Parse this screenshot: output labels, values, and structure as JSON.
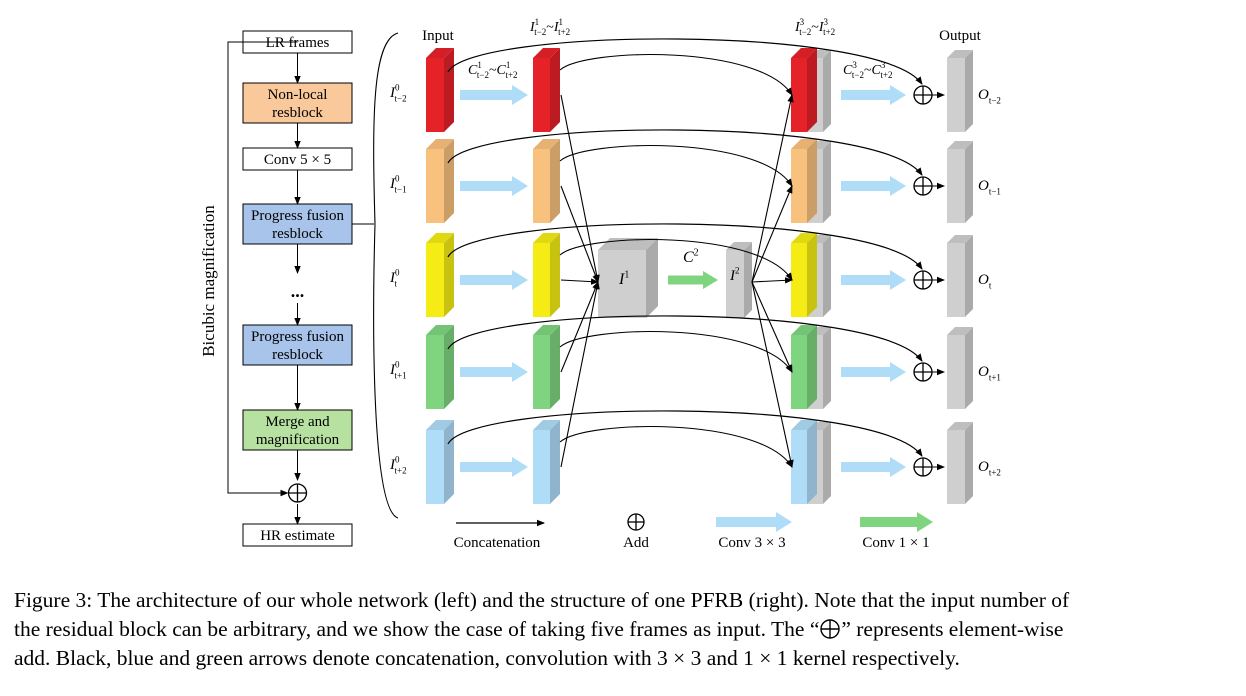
{
  "figure": {
    "left_network": {
      "side_label": "Bicubic magnification",
      "blocks": [
        {
          "lines": [
            "LR frames"
          ],
          "fill": "#ffffff"
        },
        {
          "lines": [
            "Non-local",
            "resblock"
          ],
          "fill": "#f9c89b"
        },
        {
          "lines": [
            "Conv 5 × 5"
          ],
          "fill": "#ffffff"
        },
        {
          "lines": [
            "Progress fusion",
            "resblock"
          ],
          "fill": "#a9c4eb"
        },
        {
          "lines": [
            "Progress fusion",
            "resblock"
          ],
          "fill": "#a9c4eb"
        },
        {
          "lines": [
            "Merge and",
            "magnification"
          ],
          "fill": "#b7e1a1"
        },
        {
          "lines": [
            "HR estimate"
          ],
          "fill": "#ffffff"
        }
      ],
      "ellipsis": "..."
    },
    "right_pfrb": {
      "column_headers": {
        "input": "Input",
        "i1_range": {
          "base": "I",
          "sub_a": "t−2",
          "sup_a": "1",
          "sep": "~",
          "sub_b": "t+2",
          "sup_b": "1"
        },
        "i3_range": {
          "base": "I",
          "sub_a": "t−2",
          "sup_a": "3",
          "sep": "~",
          "sub_b": "t+2",
          "sup_b": "3"
        },
        "output": "Output"
      },
      "c1_label": {
        "base": "C",
        "sub_a": "t−2",
        "sup_a": "1",
        "sep": "~",
        "sub_b": "t+2",
        "sup_b": "1"
      },
      "c3_label": {
        "base": "C",
        "sub_a": "t−2",
        "sup_a": "3",
        "sep": "~",
        "sub_b": "t+2",
        "sup_b": "3"
      },
      "c2_label": {
        "base": "C",
        "sup": "2"
      },
      "i_center_1": {
        "base": "I",
        "sup": "1"
      },
      "i_center_2": {
        "base": "I",
        "sup": "2"
      },
      "rows": [
        {
          "input": {
            "base": "I",
            "sup": "0",
            "sub": "t−2"
          },
          "output": {
            "base": "O",
            "sub": "t−2"
          },
          "color": "#e52228"
        },
        {
          "input": {
            "base": "I",
            "sup": "0",
            "sub": "t−1"
          },
          "output": {
            "base": "O",
            "sub": "t−1"
          },
          "color": "#f9c17e"
        },
        {
          "input": {
            "base": "I",
            "sup": "0",
            "sub": "t"
          },
          "output": {
            "base": "O",
            "sub": "t"
          },
          "color": "#f4ec14"
        },
        {
          "input": {
            "base": "I",
            "sup": "0",
            "sub": "t+1"
          },
          "output": {
            "base": "O",
            "sub": "t+1"
          },
          "color": "#7fd47f"
        },
        {
          "input": {
            "base": "I",
            "sup": "0",
            "sub": "t+2"
          },
          "output": {
            "base": "O",
            "sub": "t+2"
          },
          "color": "#afdcf7"
        }
      ],
      "feature_gray": "#cfcfcf",
      "arrow_blue": "#afdcf7",
      "arrow_green": "#7fd47f"
    },
    "legend": {
      "concatenation": "Concatenation",
      "add": "Add",
      "conv3": "Conv 3 × 3",
      "conv1": "Conv 1 × 1"
    }
  },
  "caption": {
    "line1": "Figure 3: The architecture of our whole network (left) and the structure of one PFRB (right). Note that the input number of",
    "line2_a": "the residual block can be arbitrary, and we show the case of taking five frames as input. The “",
    "line2_b": "” represents element-wise",
    "line3": "add. Black, blue and green arrows denote concatenation, convolution with 3 × 3 and 1 × 1 kernel respectively."
  }
}
